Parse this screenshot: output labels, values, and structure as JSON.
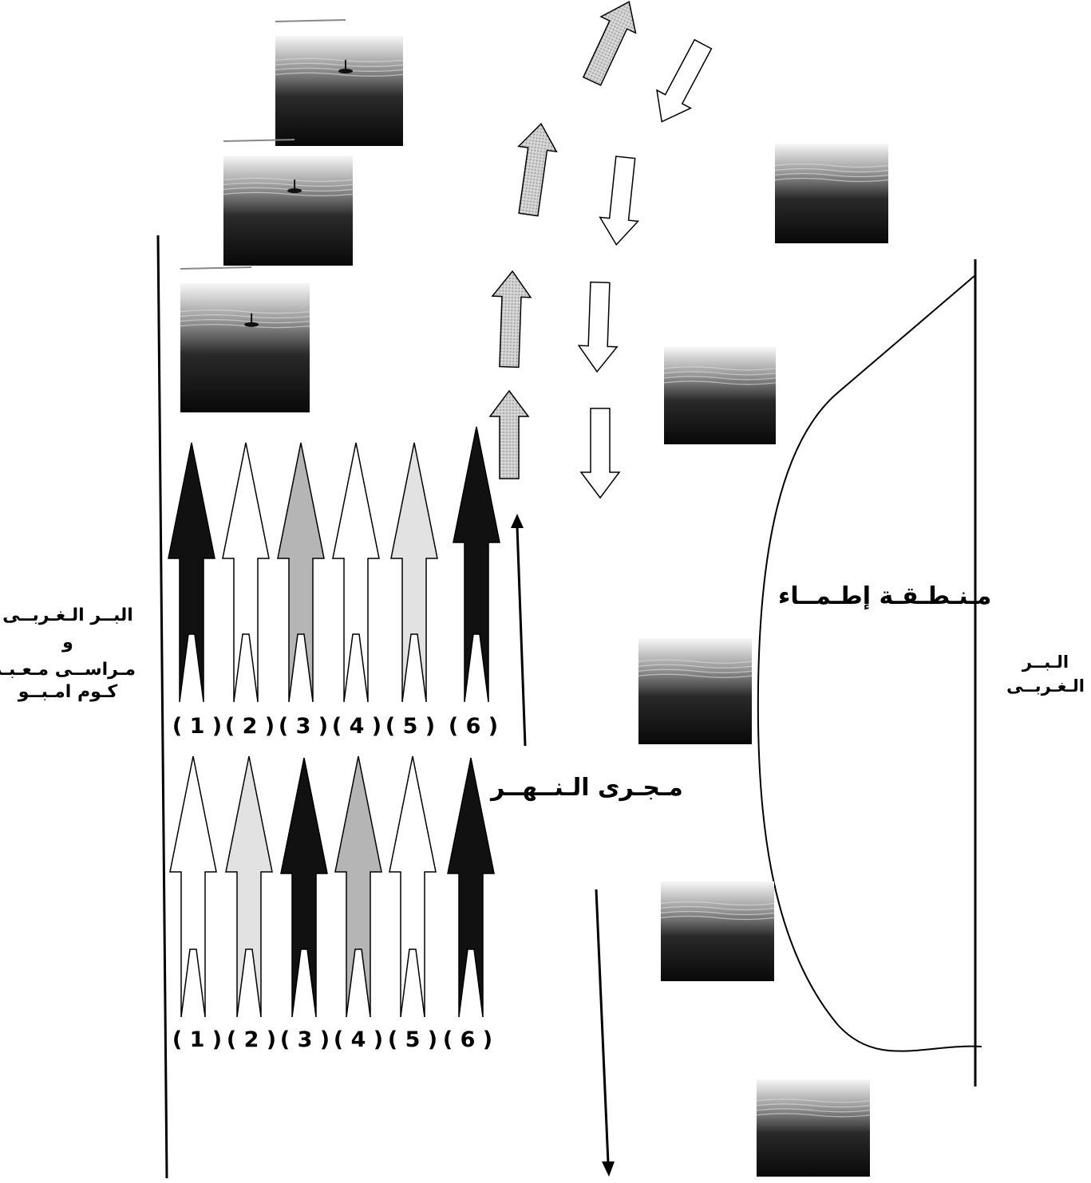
{
  "labels": {
    "left_bank": [
      "البــر الـغـربــى",
      "و",
      "مـراســى مـعـبـد",
      "كـوم امـبــو"
    ],
    "right_bank": [
      "الـبــر",
      "الـغـربــى"
    ],
    "zone": "مـنـطـقـة إطـمــاء",
    "river": "مـجـرى الـنــهــر"
  },
  "row1_numbers": [
    "( 1 )",
    "( 2 )",
    "( 3 )",
    "( 4 )",
    "( 5 )",
    "( 6 )"
  ],
  "row2_numbers": [
    "( 1 )",
    "( 2 )",
    "( 3 )",
    "( 4 )",
    "( 5 )",
    "( 6 )"
  ],
  "colors": {
    "black": "#111111",
    "white": "#ffffff",
    "gray": "#b5b5b5",
    "light": "#e2e2e2",
    "water_top": "#f4f4f4",
    "water_bottom": "#0c0c0c"
  },
  "row1_fills": [
    "black",
    "white",
    "gray",
    "white",
    "light",
    "black"
  ],
  "row2_fills": [
    "white",
    "light",
    "black",
    "gray",
    "white",
    "black"
  ]
}
